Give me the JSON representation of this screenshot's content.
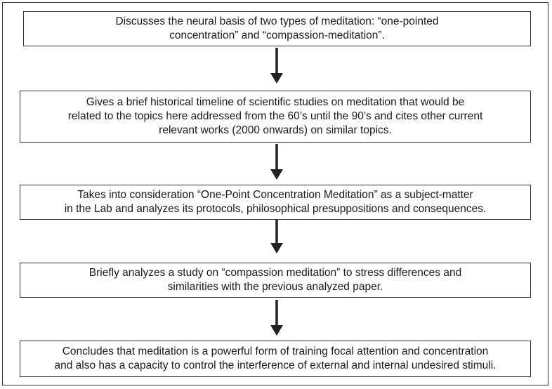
{
  "flowchart": {
    "steps": [
      {
        "text": "Discusses the neural basis of two types of meditation: “one-pointed\nconcentration” and “compassion-meditation”."
      },
      {
        "text": "Gives a brief historical timeline of scientific studies on meditation that would be\nrelated to the topics here addressed from the 60’s until the 90’s and cites other current\nrelevant works (2000 onwards) on similar topics."
      },
      {
        "text": "Takes into consideration “One-Point Concentration Meditation” as a subject-matter\nin the Lab and analyzes its protocols, philosophical presuppositions and consequences."
      },
      {
        "text": "Briefly analyzes a study on “compassion meditation” to stress differences and\nsimilarities with the previous analyzed paper."
      },
      {
        "text": "Concludes that meditation is a powerful form of training focal attention and concentration\nand also has a capacity to control the interference of external and internal undesired stimuli."
      }
    ],
    "arrow_color": "#222222",
    "border_color": "#333333"
  }
}
